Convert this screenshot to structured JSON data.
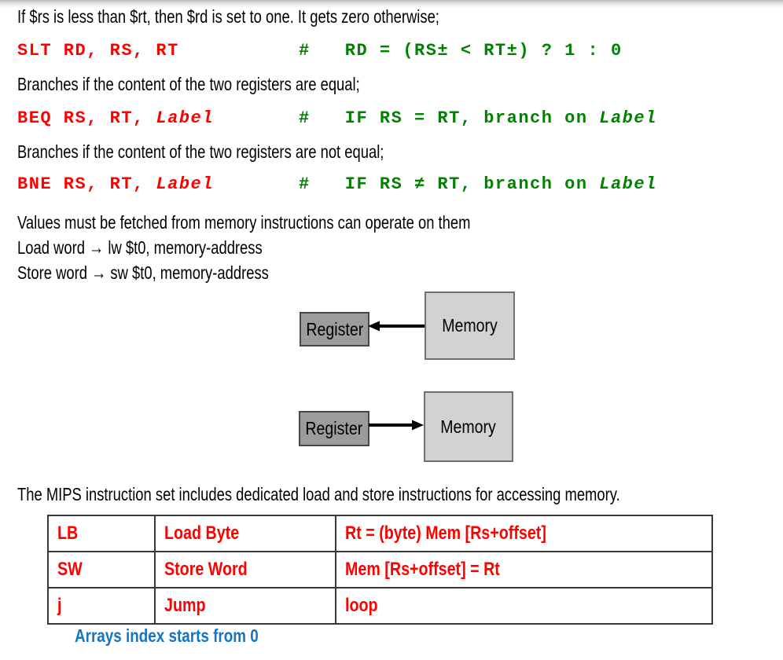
{
  "paragraphs": {
    "p1": "If $rs is less than $rt, then $rd is set to one. It gets zero otherwise;",
    "p2": "Branches if the content of the two registers are equal;",
    "p3": "Branches if the content of the two registers are not equal;",
    "p4": "Values must be fetched from memory instructions can operate on them",
    "p5_pre": "Load word ",
    "p5_arrow": "→",
    "p5_post": " lw $t0, memory-address",
    "p6_pre": "Store word ",
    "p6_arrow": "→",
    "p6_post": " sw $t0, memory-address",
    "p7": "The MIPS instruction set includes dedicated load and store instructions for accessing memory."
  },
  "code": {
    "slt": {
      "instr": "SLT RD, RS, RT",
      "comment": "#   RD = (RS± < RT±) ? 1 : 0"
    },
    "beq": {
      "instr_pre": "BEQ RS, RT, ",
      "instr_label": "Label",
      "comment_pre": "#   IF RS = RT, branch on ",
      "comment_label": "Label"
    },
    "bne": {
      "instr_pre": "BNE RS, RT, ",
      "instr_label": "Label",
      "comment_pre": "#   IF RS ≠ RT, branch on ",
      "comment_label": "Label"
    }
  },
  "diagram": {
    "load": {
      "register_label": "Register",
      "memory_label": "Memory",
      "direction": "memory-to-register"
    },
    "store": {
      "register_label": "Register",
      "memory_label": "Memory",
      "direction": "register-to-memory"
    }
  },
  "table": {
    "rows": [
      [
        "LB",
        "Load Byte",
        "Rt = (byte) Mem [Rs+offset]"
      ],
      [
        "SW",
        "Store Word",
        "Mem [Rs+offset] = Rt"
      ],
      [
        "j",
        "Jump",
        "loop"
      ]
    ]
  },
  "footnote": "Arrays index starts from 0",
  "colors": {
    "instruction_red": "#ff0000",
    "comment_green": "#008200",
    "footnote_blue": "#1574c4",
    "register_fill": "#9c9c9c",
    "memory_fill": "#d2d2d2",
    "table_border": "#383838"
  }
}
